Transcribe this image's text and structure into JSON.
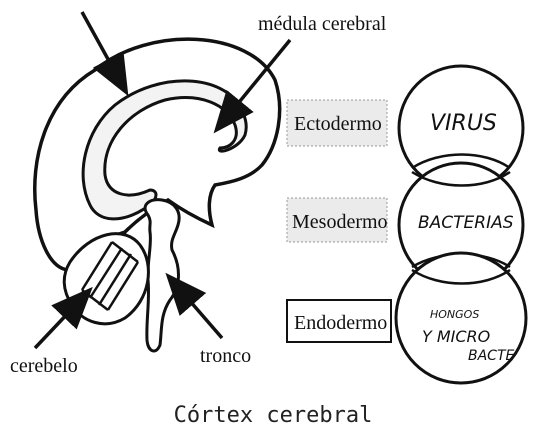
{
  "labels": {
    "medula": "médula cerebral",
    "cerebelo": "cerebelo",
    "tronco": "tronco"
  },
  "boxes": {
    "ectodermo": "Ectodermo",
    "mesodermo": "Mesodermo",
    "endodermo": "Endodermo"
  },
  "circles": {
    "virus": "VIRUS",
    "bacterias": "BACTERIAS",
    "hongos_line1": "HONGOS",
    "hongos_line2": "Y MICRO",
    "hongos_line3": "BACTE"
  },
  "caption": "Córtex cerebral",
  "colors": {
    "ink": "#111111",
    "background": "#ffffff"
  }
}
